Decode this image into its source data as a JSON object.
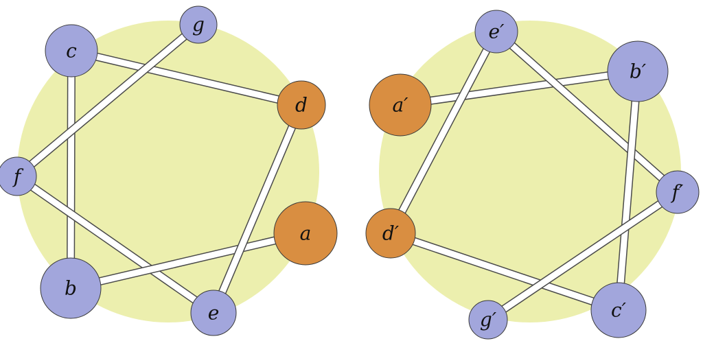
{
  "colors": {
    "background": "#ffffff",
    "disc_fill": "#ecefae",
    "edge_fill": "#ffffff",
    "edge_stroke": "#4a4a4a",
    "node_blue": "#a2a6dc",
    "node_orange": "#d98e41",
    "node_stroke": "#3a3a3a",
    "label_color": "#111111"
  },
  "graphs": [
    {
      "name": "graph-left",
      "nodes": [
        {
          "id": "a",
          "label": "a",
          "color": "node_orange"
        },
        {
          "id": "b",
          "label": "b",
          "color": "node_blue"
        },
        {
          "id": "c",
          "label": "c",
          "color": "node_blue"
        },
        {
          "id": "d",
          "label": "d",
          "color": "node_orange"
        },
        {
          "id": "e",
          "label": "e",
          "color": "node_blue"
        },
        {
          "id": "f",
          "label": "f",
          "color": "node_blue"
        },
        {
          "id": "g",
          "label": "g",
          "color": "node_blue"
        }
      ],
      "edges": [
        [
          "c",
          "d"
        ],
        [
          "c",
          "b"
        ],
        [
          "g",
          "f"
        ],
        [
          "f",
          "e"
        ],
        [
          "b",
          "a"
        ],
        [
          "d",
          "e"
        ]
      ]
    },
    {
      "name": "graph-right",
      "nodes": [
        {
          "id": "a'",
          "label": "a′",
          "color": "node_orange"
        },
        {
          "id": "b'",
          "label": "b′",
          "color": "node_blue"
        },
        {
          "id": "c'",
          "label": "c′",
          "color": "node_blue"
        },
        {
          "id": "d'",
          "label": "d′",
          "color": "node_orange"
        },
        {
          "id": "e'",
          "label": "e′",
          "color": "node_blue"
        },
        {
          "id": "f'",
          "label": "f′",
          "color": "node_blue"
        },
        {
          "id": "g'",
          "label": "g′",
          "color": "node_blue"
        }
      ],
      "edges": [
        [
          "a'",
          "b'"
        ],
        [
          "e'",
          "d'"
        ],
        [
          "e'",
          "f'"
        ],
        [
          "b'",
          "c'"
        ],
        [
          "d'",
          "c'"
        ],
        [
          "f'",
          "g'"
        ]
      ]
    }
  ]
}
